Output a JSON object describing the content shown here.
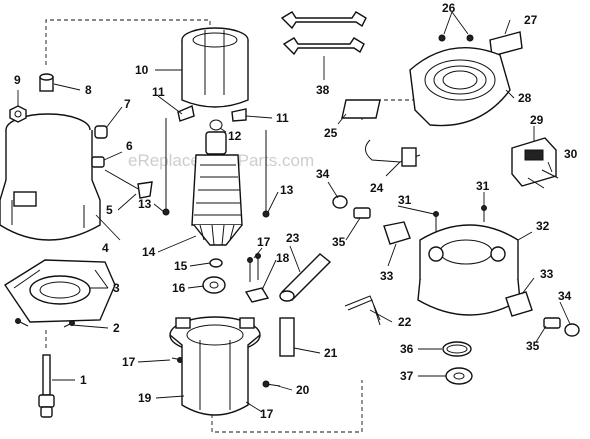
{
  "watermark": "eReplacementParts.com",
  "callouts": {
    "c1": "1",
    "c2": "2",
    "c3": "3",
    "c4": "4",
    "c5": "5",
    "c6": "6",
    "c7": "7",
    "c8": "8",
    "c9": "9",
    "c10": "10",
    "c11a": "11",
    "c11b": "11",
    "c12": "12",
    "c13a": "13",
    "c13b": "13",
    "c14": "14",
    "c15": "15",
    "c16": "16",
    "c17a": "17",
    "c17b": "17",
    "c17c": "17",
    "c18": "18",
    "c19": "19",
    "c20": "20",
    "c21": "21",
    "c22": "22",
    "c23": "23",
    "c24": "24",
    "c25": "25",
    "c26": "26",
    "c27": "27",
    "c28": "28",
    "c29": "29",
    "c30": "30",
    "c31a": "31",
    "c31b": "31",
    "c32": "32",
    "c33a": "33",
    "c33b": "33",
    "c34a": "34",
    "c34b": "34",
    "c35a": "35",
    "c35b": "35",
    "c36": "36",
    "c37": "37",
    "c38": "38"
  }
}
